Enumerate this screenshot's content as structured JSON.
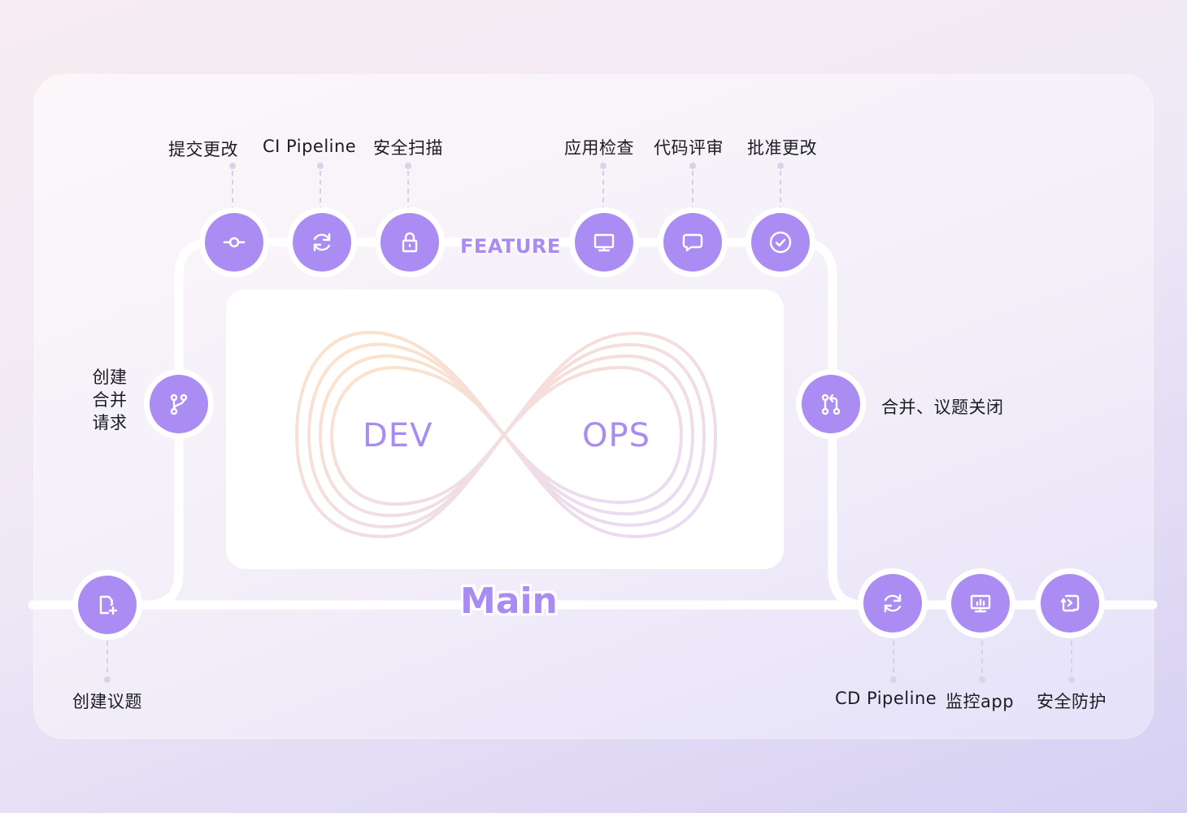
{
  "diagram": {
    "branches": {
      "feature_label": "FEATURE",
      "main_label": "Main"
    },
    "center": {
      "left_word": "DEV",
      "right_word": "OPS"
    },
    "feature_steps": [
      {
        "label": "提交更改",
        "icon": "commit-icon"
      },
      {
        "label": "CI Pipeline",
        "icon": "sync-icon"
      },
      {
        "label": "安全扫描",
        "icon": "lock-icon"
      },
      {
        "label": "应用检查",
        "icon": "monitor-icon"
      },
      {
        "label": "代码评审",
        "icon": "comment-icon"
      },
      {
        "label": "批准更改",
        "icon": "check-circle-icon"
      }
    ],
    "create_merge_request": {
      "label": "创建合并请求",
      "icon": "git-branch-icon"
    },
    "merge_close": {
      "label": "合并、议题关闭",
      "icon": "git-pull-request-icon"
    },
    "main_steps": [
      {
        "label": "创建议题",
        "icon": "file-plus-icon"
      },
      {
        "label": "CD Pipeline",
        "icon": "sync-icon"
      },
      {
        "label": "监控app",
        "icon": "monitor-chart-icon"
      },
      {
        "label": "安全防护",
        "icon": "terminal-shield-icon"
      }
    ],
    "colors": {
      "accent": "#ab8cf3",
      "text": "#1b1b22",
      "line": "#ffffff",
      "connector": "#d6d0e4"
    }
  }
}
